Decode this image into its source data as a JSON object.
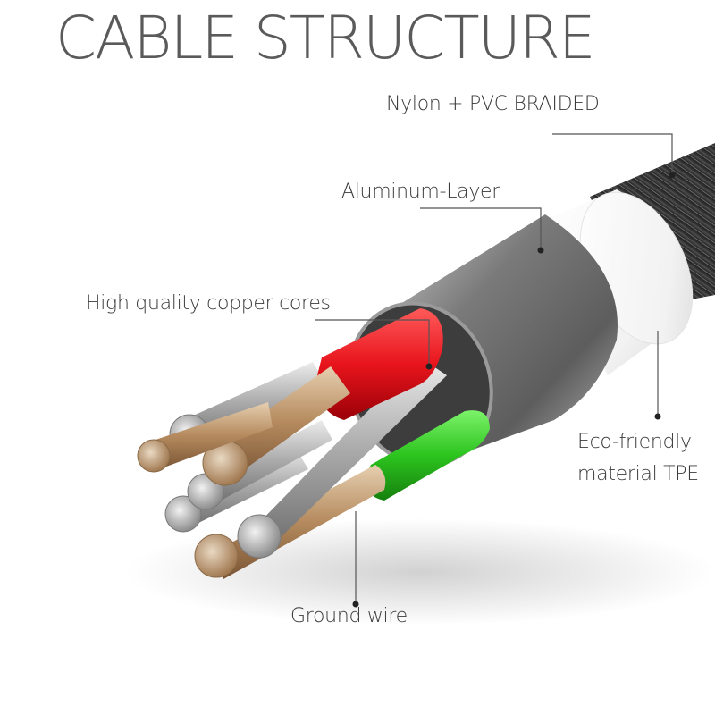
{
  "title": "CABLE STRUCTURE",
  "labels": {
    "braided": "Nylon + PVC BRAIDED",
    "aluminum": "Aluminum-Layer",
    "copper": "High quality copper cores",
    "tpe_line1": "Eco-friendly",
    "tpe_line2": "material TPE",
    "ground": "Ground wire"
  },
  "colors": {
    "title": "#5a5a5a",
    "label": "#3a3a3a",
    "red_core": "#e8141c",
    "green_core": "#2cc41e",
    "aluminum": "#8a8a8a",
    "braid": "#2a2a2a",
    "copper": "#c8a27a"
  }
}
